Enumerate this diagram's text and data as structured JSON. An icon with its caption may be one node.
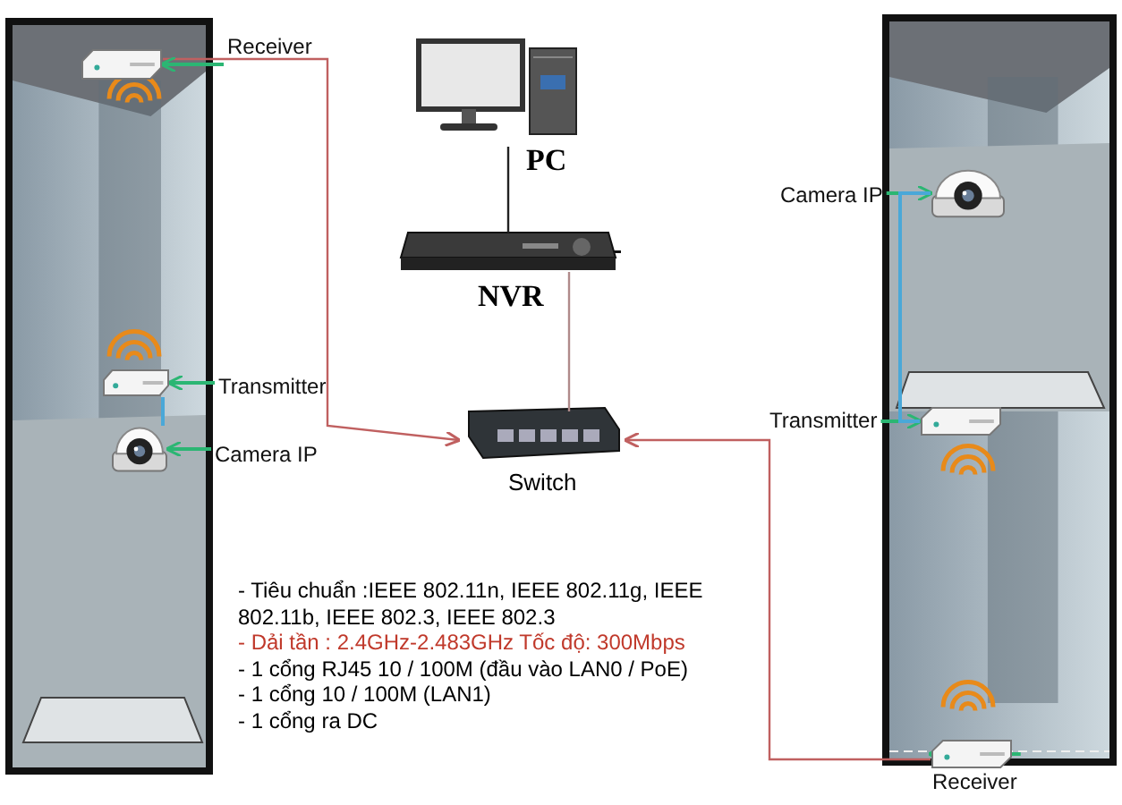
{
  "diagram": {
    "nodes": [
      {
        "text": [
          "PC"
        ]
      },
      {
        "text": [
          "NVR"
        ]
      },
      {
        "text": [
          "Switch"
        ]
      },
      {
        "text": [],
        "shape": "picture"
      },
      {
        "text": [],
        "shape": "picture"
      },
      {
        "text": [
          "Receiver"
        ]
      },
      {
        "text": [
          "Transmitter"
        ]
      },
      {
        "text": [
          "Camera IP"
        ]
      },
      {
        "text": [
          "Camera IP"
        ]
      },
      {
        "text": [
          "Transmitter"
        ]
      },
      {
        "text": [
          "Receiver"
        ]
      },
      {
        "text": [],
        "shape": "box",
        "in": 3
      },
      {
        "text": [],
        "shape": "box",
        "in": 3
      },
      {
        "text": [],
        "shape": "picture",
        "in": 3
      },
      {
        "text": [],
        "shape": "picture",
        "in": 4
      },
      {
        "text": [],
        "shape": "box",
        "in": 4
      },
      {
        "text": [],
        "shape": "box",
        "in": 4
      }
    ],
    "edges": [
      {
        "from": 0,
        "to": 1,
        "arrow": "none",
        "color": "#222222"
      },
      {
        "from": 1,
        "to": 2,
        "arrow": "none",
        "color": "#b08a8a"
      },
      {
        "from": 11,
        "to": 2,
        "arrow": "to",
        "color": "#c06060"
      },
      {
        "from": 16,
        "to": 2,
        "arrow": "to",
        "color": "#c06060"
      },
      {
        "from": 5,
        "to": 11,
        "arrow": "to"
      },
      {
        "from": 6,
        "to": 12,
        "arrow": "to"
      },
      {
        "from": 7,
        "to": 13,
        "arrow": "to"
      },
      {
        "from": 8,
        "to": 14,
        "arrow": "to"
      },
      {
        "from": 9,
        "to": 15,
        "arrow": "to"
      },
      {
        "from": 10,
        "to": 16,
        "arrow": "to"
      },
      {
        "from": 13,
        "to": 12,
        "arrow": "none",
        "color": "#4aa8d8"
      },
      {
        "from": 14,
        "to": 15,
        "arrow": "none",
        "color": "#4aa8d8"
      }
    ],
    "labels": [
      "- Tiêu chuẩn :IEEE 802.11n, IEEE 802.11g, IEEE 802.11b, IEEE 802.3, IEEE 802.3",
      "- Dải tần : 2.4GHz-2.483GHz Tốc độ: 300Mbps",
      "- 1 cổng RJ45 10 / 100M (đầu vào LAN0 / PoE)",
      "- 1 cổng 10 / 100M (LAN1)",
      "- 1 cổng ra DC"
    ]
  }
}
